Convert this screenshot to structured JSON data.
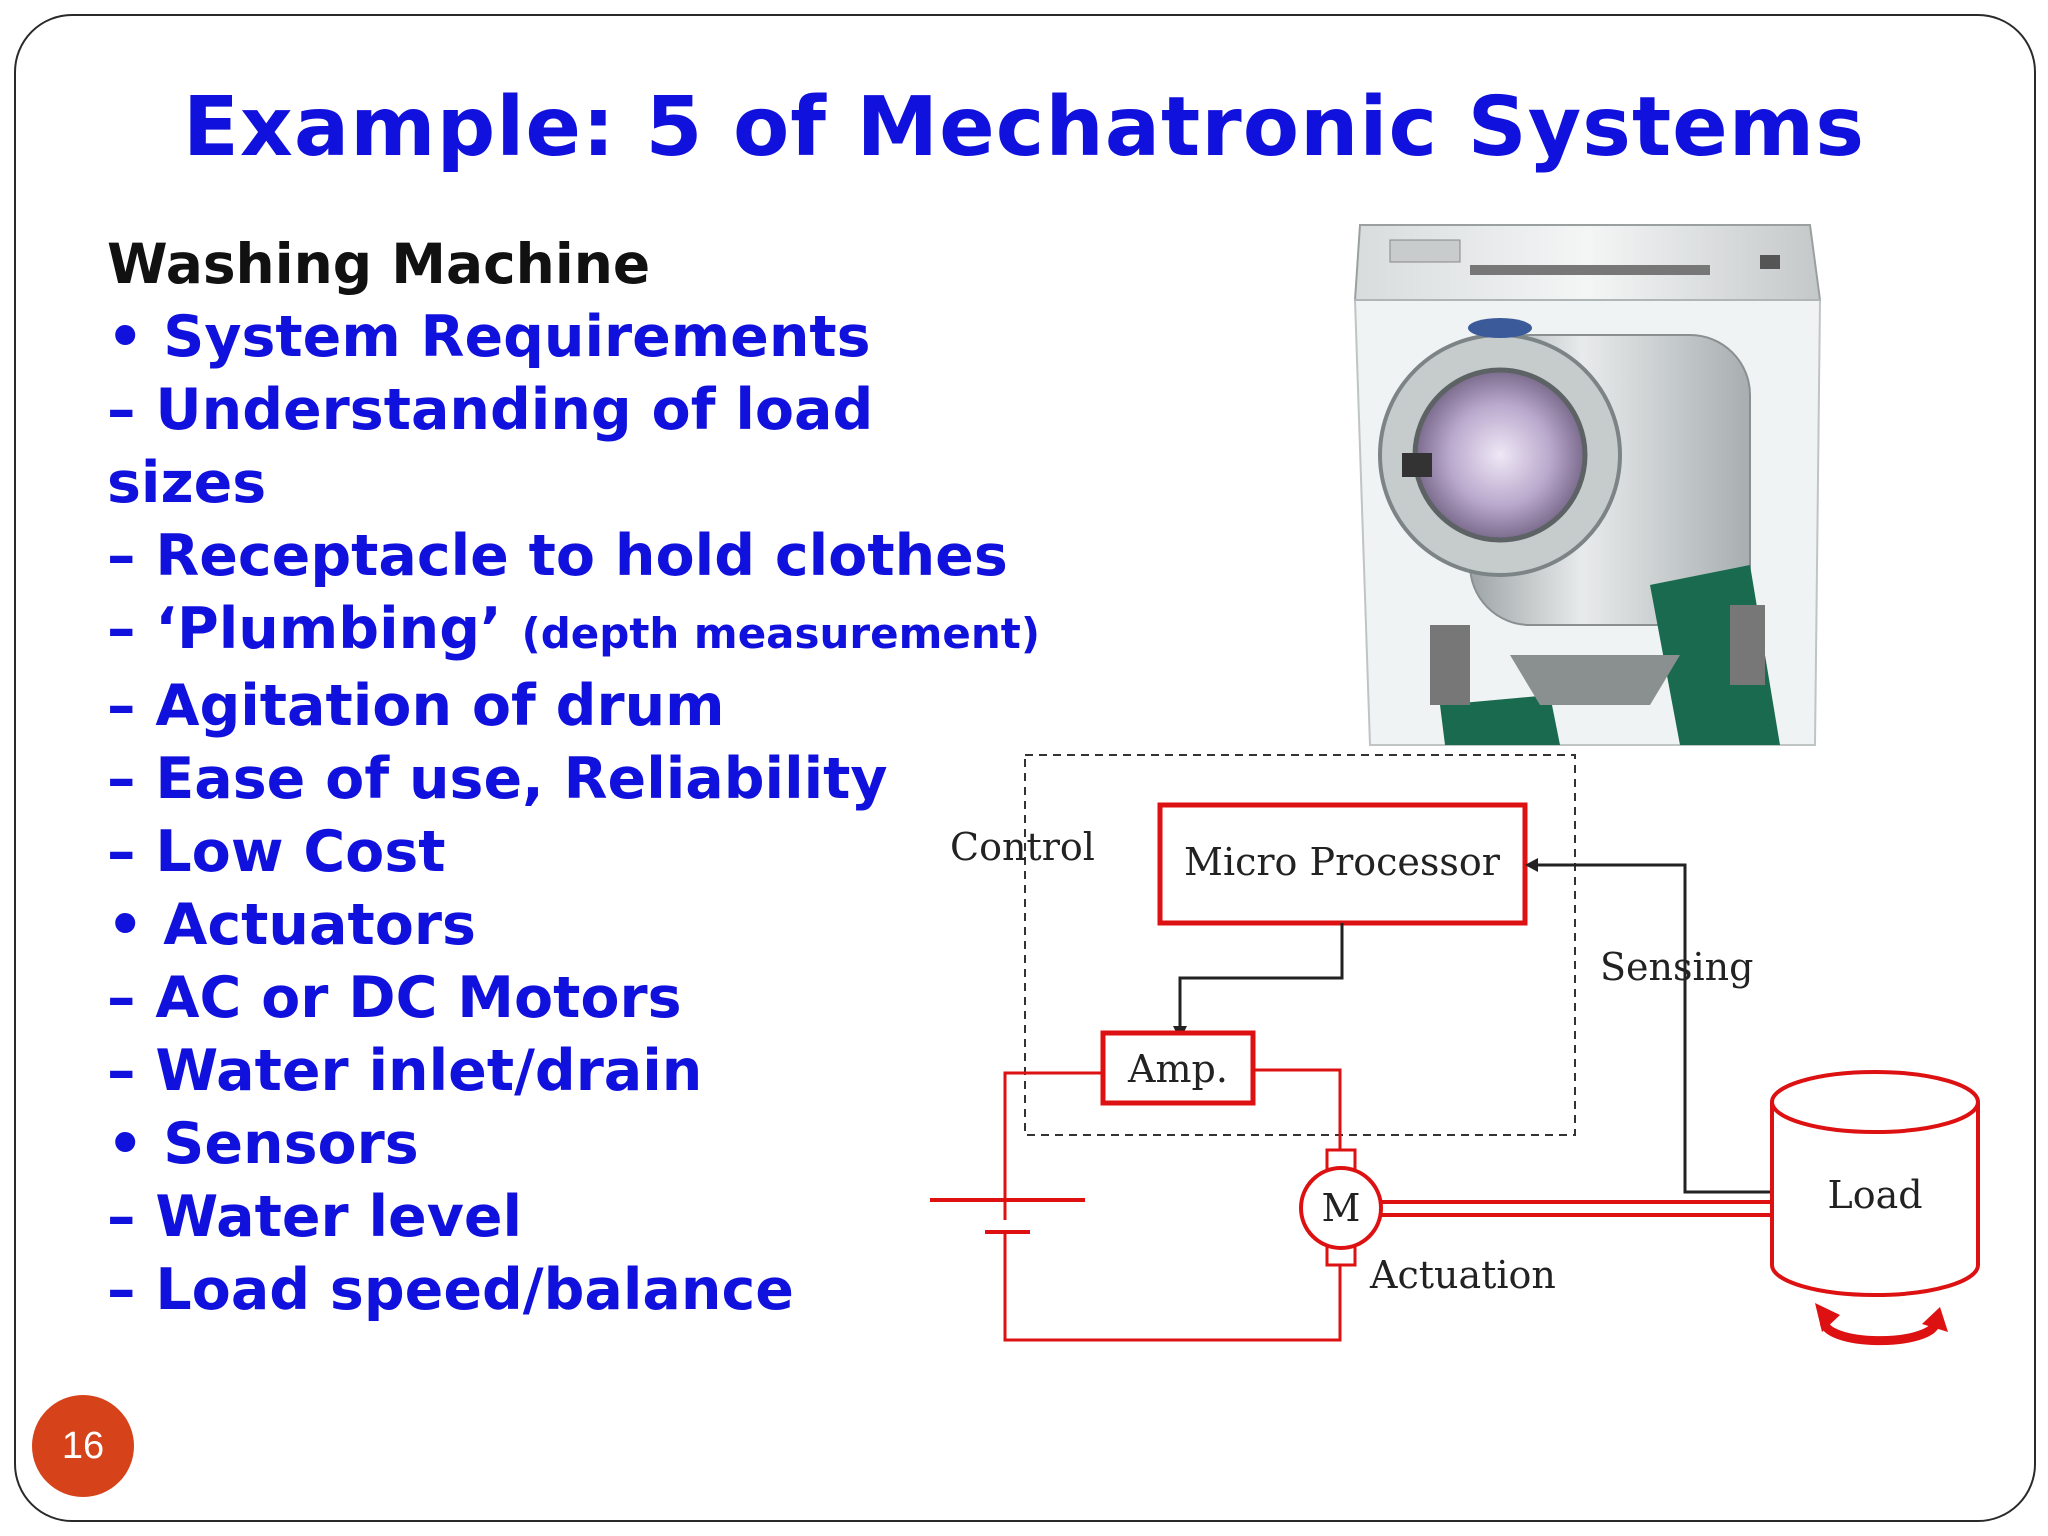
{
  "slide": {
    "title": "Example: 5 of Mechatronic Systems",
    "page_number": "16",
    "badge_color": "#d6421a",
    "title_color": "#1111dd"
  },
  "content": {
    "heading": "Washing Machine",
    "bullet_1": "• System Requirements",
    "line_1": "– Understanding of load sizes",
    "line_2": "– Receptacle to hold clothes",
    "line_3_main": "– ‘Plumbing’ ",
    "line_3_note": "(depth measurement)",
    "line_4": "– Agitation of drum",
    "line_5": "– Ease of use, Reliability",
    "line_6": "– Low Cost",
    "bullet_2": "• Actuators",
    "line_7": "– AC or DC Motors",
    "line_8": "– Water inlet/drain",
    "bullet_3": "• Sensors",
    "line_9": "– Water level",
    "line_10": "– Load speed/balance"
  },
  "diagram": {
    "control_label": "Control",
    "microprocessor_label": "Micro Processor",
    "sensing_label": "Sensing",
    "amp_label": "Amp.",
    "motor_label": "M",
    "load_label": "Load",
    "actuation_label": "Actuation",
    "accent_color": "#dd1111"
  },
  "image": {
    "icon": "washing-machine-illustration"
  }
}
